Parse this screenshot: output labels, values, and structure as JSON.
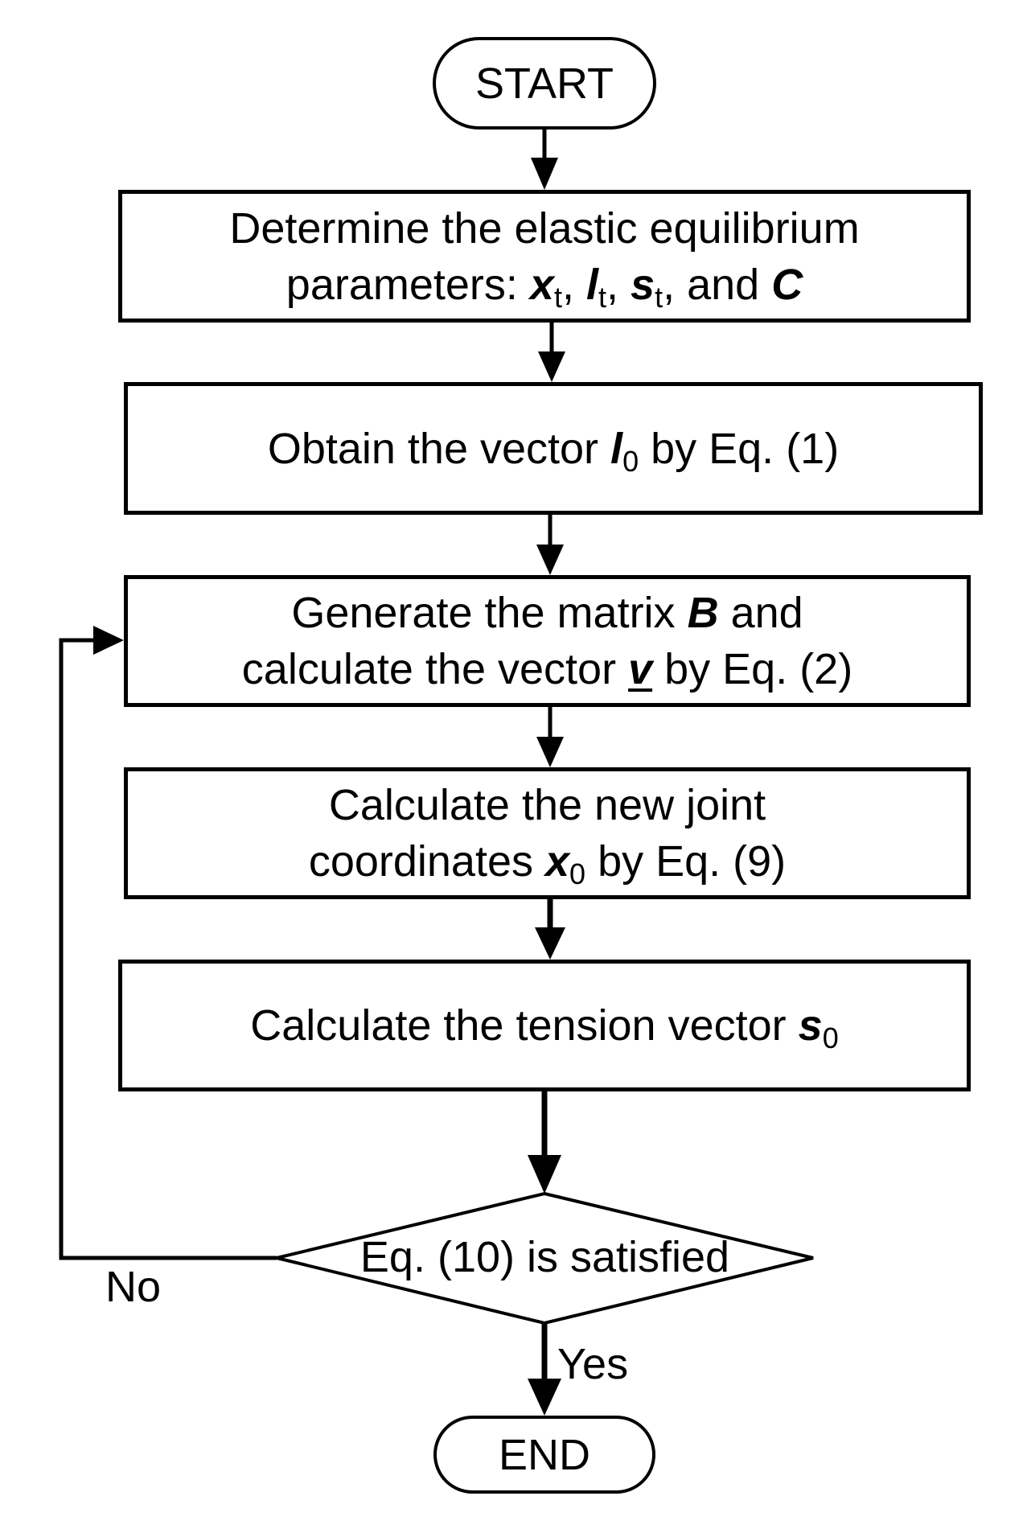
{
  "flowchart": {
    "start": {
      "label": "START"
    },
    "steps": [
      {
        "id": "step-1",
        "lines": [
          [
            {
              "t": "Determine the elastic equilibrium"
            }
          ],
          [
            {
              "t": "parameters: "
            },
            {
              "v": "x",
              "sub": "t"
            },
            {
              "t": ", "
            },
            {
              "v": "l",
              "sub": "t"
            },
            {
              "t": ", "
            },
            {
              "v": "s",
              "sub": "t"
            },
            {
              "t": ", and "
            },
            {
              "v": "C"
            }
          ]
        ]
      },
      {
        "id": "step-2",
        "lines": [
          [
            {
              "t": "Obtain the vector "
            },
            {
              "v": "l",
              "sub": "0"
            },
            {
              "t": " by Eq. (1)"
            }
          ]
        ]
      },
      {
        "id": "step-3",
        "lines": [
          [
            {
              "t": "Generate the matrix "
            },
            {
              "v": "B"
            },
            {
              "t": " and"
            }
          ],
          [
            {
              "t": "calculate the vector "
            },
            {
              "v": "v",
              "underline": true
            },
            {
              "t": " by Eq. (2)"
            }
          ]
        ]
      },
      {
        "id": "step-4",
        "lines": [
          [
            {
              "t": "Calculate the new joint"
            }
          ],
          [
            {
              "t": "coordinates "
            },
            {
              "v": "x",
              "sub": "0"
            },
            {
              "t": " by Eq. (9)"
            }
          ]
        ]
      },
      {
        "id": "step-5",
        "lines": [
          [
            {
              "t": "Calculate the tension vector "
            },
            {
              "v": "s",
              "sub": "0"
            }
          ]
        ]
      }
    ],
    "decision": {
      "label": "Eq. (10) is satisfied",
      "no_label": "No",
      "yes_label": "Yes"
    },
    "end": {
      "label": "END"
    },
    "colors": {
      "stroke": "#000000",
      "fill": "#ffffff",
      "text": "#000000"
    }
  }
}
